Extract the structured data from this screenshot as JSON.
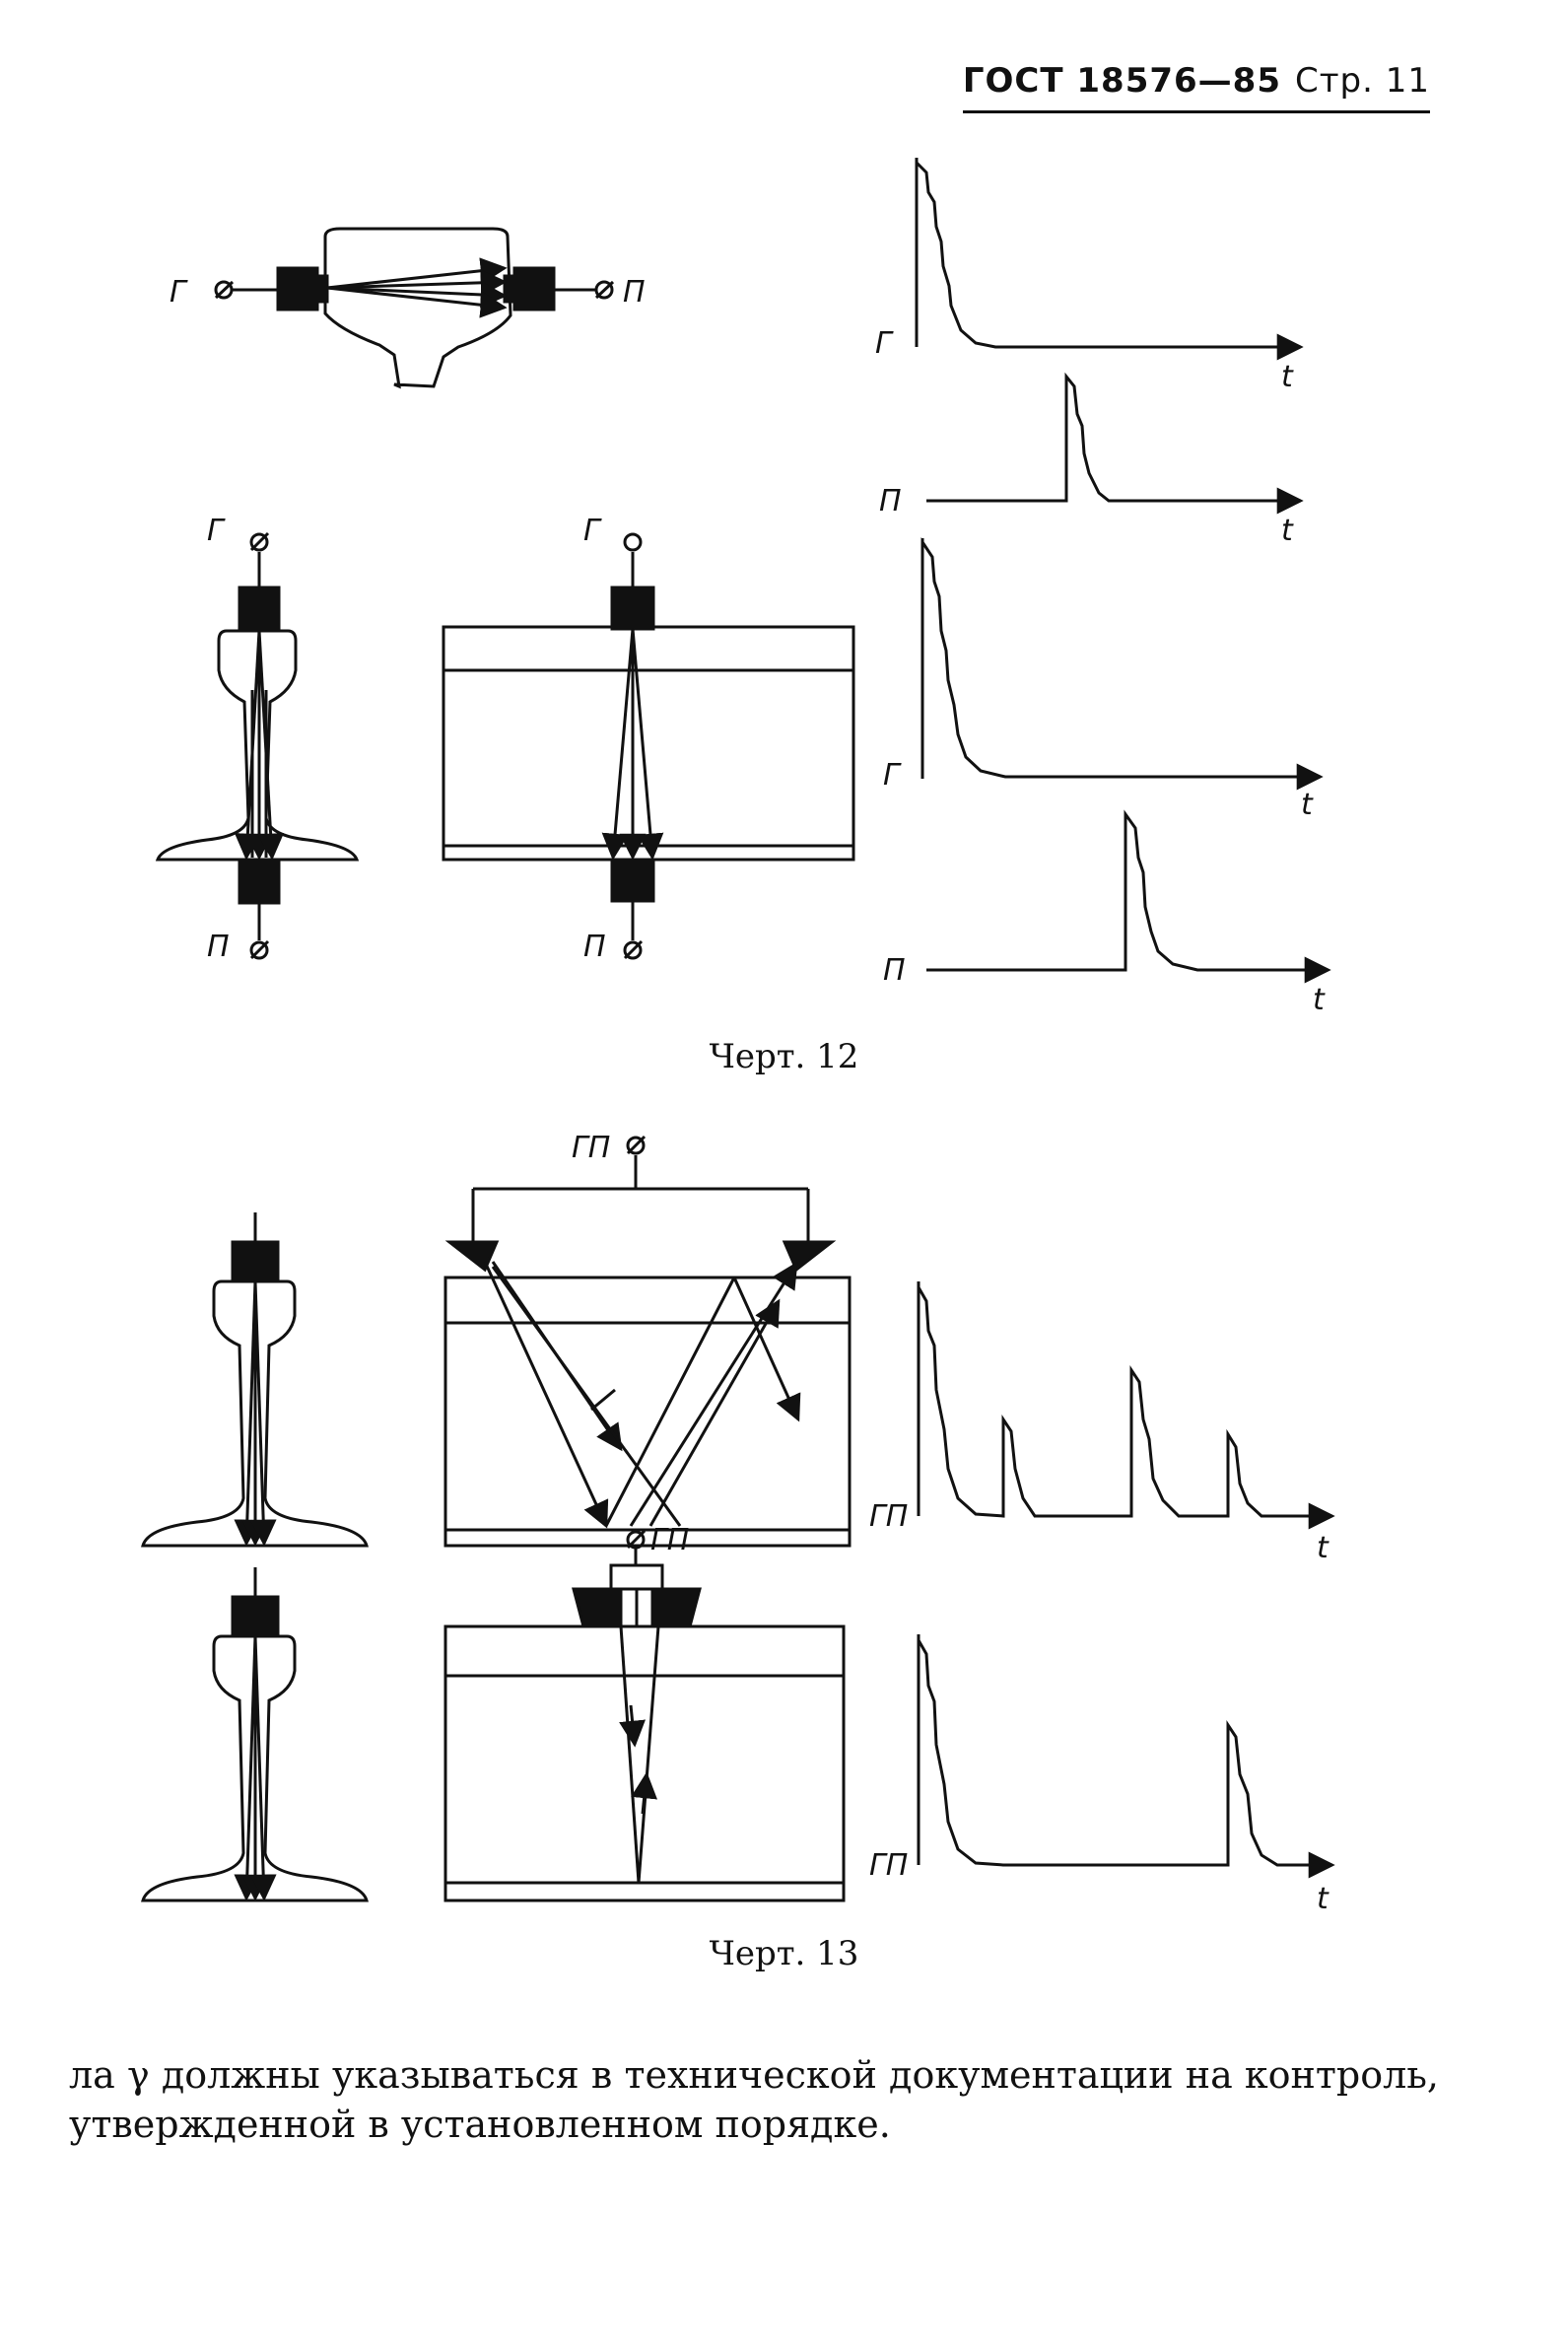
{
  "header": {
    "standard": "ГОСТ 18576—85",
    "page": "Стр. 11"
  },
  "labels": {
    "gen": "Г",
    "rec": "П",
    "genrec": "ГП",
    "time": "t"
  },
  "figure12": {
    "caption": "Черт. 12"
  },
  "figure13": {
    "caption": "Черт. 13"
  },
  "body": {
    "text": "ла γ должны указываться в технической документации на контроль, утвержденной в установленном порядке."
  }
}
